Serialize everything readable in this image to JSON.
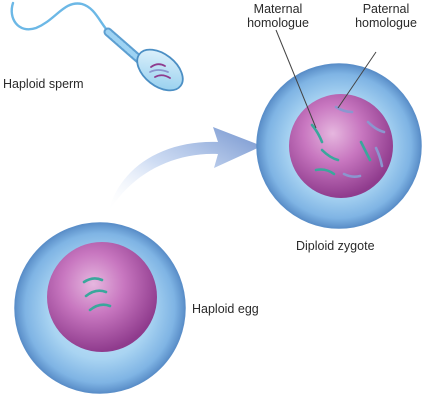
{
  "labels": {
    "haploid_sperm": "Haploid sperm",
    "maternal_line1": "Maternal",
    "maternal_line2": "homologue",
    "paternal_line1": "Paternal",
    "paternal_line2": "homologue",
    "diploid_zygote": "Diploid zygote",
    "haploid_egg": "Haploid egg"
  },
  "colors": {
    "cytoplasm": "#8fc6ea",
    "membrane": "#5b8fc9",
    "nucleus": "#b85bb0",
    "maternal_chromosome": "#3aa79c",
    "paternal_chromosome": "#8b96cf",
    "arrow": "#6f90cc"
  }
}
